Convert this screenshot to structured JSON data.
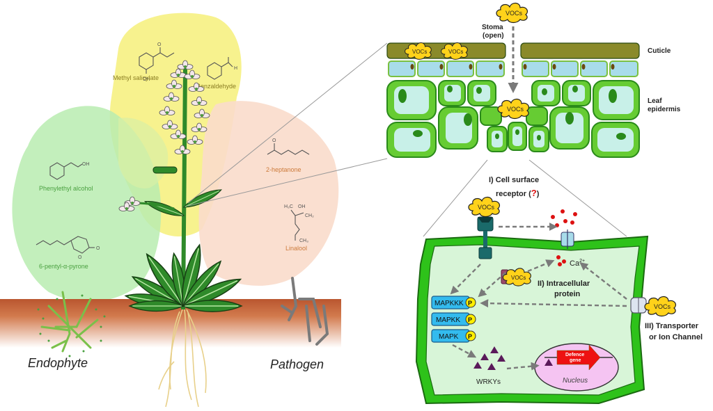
{
  "labels": {
    "methyl_salicylate": "Methyl salicylate",
    "benzaldehyde": "Benzaldehyde",
    "heptanone": "2-heptanone",
    "phenylethyl_alcohol": "Phenylethyl alcohol",
    "linalool": "Linalool",
    "pentyl_pyrone": "6-pentyl-α-pyrone",
    "endophyte": "Endophyte",
    "pathogen": "Pathogen",
    "stoma_line1": "Stoma",
    "stoma_line2": "(open)",
    "cuticle": "Cuticle",
    "leaf_line1": "Leaf",
    "leaf_line2": "epidermis",
    "receptor_line1": "I) Cell surface",
    "receptor_line2": "receptor (",
    "receptor_q": "?",
    "receptor_close": ")",
    "intracellular_line1": "II) Intracellular",
    "intracellular_line2": "protein",
    "transporter_line1": "III) Transporter",
    "transporter_line2": "or Ion Channel",
    "calcium": "Ca",
    "calcium_sup": "2+",
    "mapkkk": "MAPKKK",
    "mapkk": "MAPKK",
    "mapk": "MAPK",
    "phospho": "P",
    "wrkys": "WRKYs",
    "defence_line1": "Defence",
    "defence_line2": "gene",
    "nucleus": "Nucleus",
    "vocs": "VOCs",
    "chem_oh": "OH",
    "chem_o": "O",
    "chem_h": "H",
    "chem_h3c": "H₃C",
    "chem_ch2": "CH₂",
    "chem_ch3": "CH₃"
  },
  "colors": {
    "yellow_zone": "#f6f07a",
    "green_zone": "#b9ecb0",
    "peach_zone": "#f9dccb",
    "soil_top": "#b9562f",
    "plant_green": "#2f8a2a",
    "cell_green": "#66cc33",
    "cell_outline": "#2a8a1a",
    "cuticle": "#8a8a2a",
    "guard_blue": "#a8dcea",
    "mapk_blue": "#33bbee",
    "phospho_yellow": "#ffee00",
    "calcium_red": "#dd1111",
    "arrow_grey": "#7a7a7a",
    "nucleus_pink": "#f5c4f2",
    "gene_red": "#ee1111",
    "wrky_purple": "#5a1a5a",
    "voc_yellow": "#ffd21a"
  }
}
